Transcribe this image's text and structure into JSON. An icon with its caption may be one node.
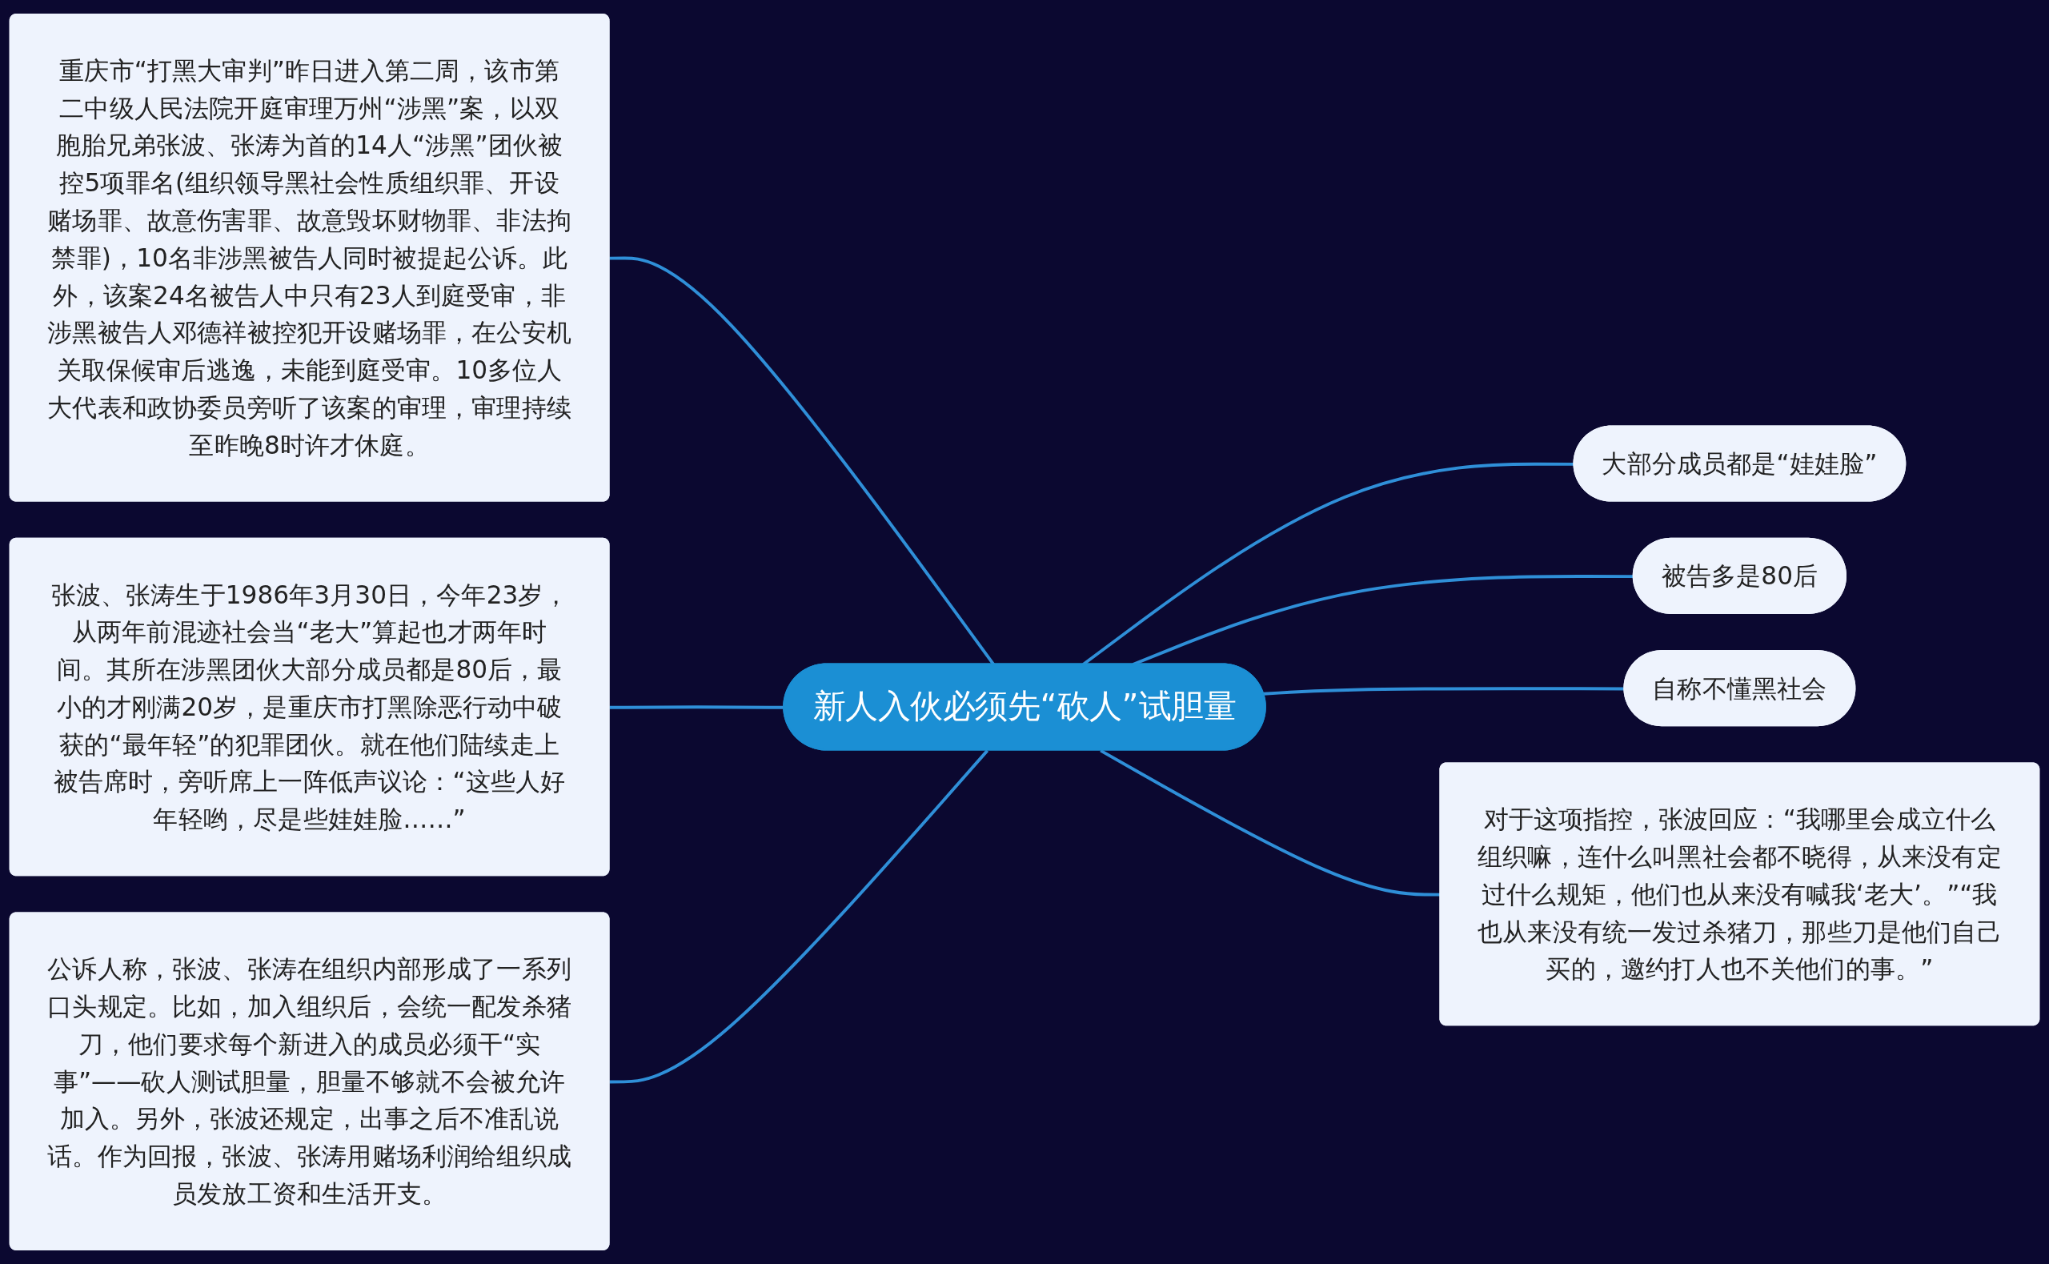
{
  "diagram": {
    "nodes": [
      {
        "text": [
          "新人入伙必须先“砍人”试胆量"
        ]
      },
      {
        "text": [
          "重庆市“打黑大审判”昨日进入第二周，该市第二中级人民法院开庭审理万州“涉黑”案，以双胞胎兄弟张波、张涛为首的14人“涉黑”团伙被控5项罪名(组织领导黑社会性质组织罪、开设赌场罪、故意伤害罪、故意毁坏财物罪、非法拘禁罪)，10名非涉黑被告人同时被提起公诉。此外，该案24名被告人中只有23人到庭受审，非涉黑被告人邓德祥被控犯开设赌场罪，在公安机关取保候审后逃逸，未能到庭受审。10多位人大代表和政协委员旁听了该案的审理，审理持续至昨晚8时许才休庭。"
        ]
      },
      {
        "text": [
          "张波、张涛生于1986年3月30日，今年23岁，从两年前混迹社会当“老大”算起也才两年时间。其所在涉黑团伙大部分成员都是80后，最小的才刚满20岁，是重庆市打黑除恶行动中破获的“最年轻”的犯罪团伙。就在他们陆续走上被告席时，旁听席上一阵低声议论：“这些人好年轻哟，尽是些娃娃脸……”"
        ]
      },
      {
        "text": [
          "公诉人称，张波、张涛在组织内部形成了一系列口头规定。比如，加入组织后，会统一配发杀猪刀，他们要求每个新进入的成员必须干“实事”——砍人测试胆量，胆量不够就不会被允许加入。另外，张波还规定，出事之后不准乱说话。作为回报，张波、张涛用赌场利润给组织成员发放工资和生活开支。"
        ]
      },
      {
        "text": [
          "大部分成员都是“娃娃脸”"
        ]
      },
      {
        "text": [
          "被告多是80后"
        ]
      },
      {
        "text": [
          "自称不懂黑社会"
        ]
      },
      {
        "text": [
          "对于这项指控，张波回应：“我哪里会成立什么组织嘛，连什么叫黑社会都不晓得，从来没有定过什么规矩，他们也从来没有喊我‘老大’。”“我也从来没有统一发过杀猪刀，那些刀是他们自己买的，邀约打人也不关他们的事。”"
        ]
      }
    ],
    "edges": [
      {
        "from": 1,
        "to": 0,
        "arrow": "none"
      },
      {
        "from": 2,
        "to": 0,
        "arrow": "none"
      },
      {
        "from": 3,
        "to": 0,
        "arrow": "none"
      },
      {
        "from": 0,
        "to": 4,
        "arrow": "none"
      },
      {
        "from": 0,
        "to": 5,
        "arrow": "none"
      },
      {
        "from": 0,
        "to": 6,
        "arrow": "none"
      },
      {
        "from": 0,
        "to": 7,
        "arrow": "none"
      }
    ]
  }
}
